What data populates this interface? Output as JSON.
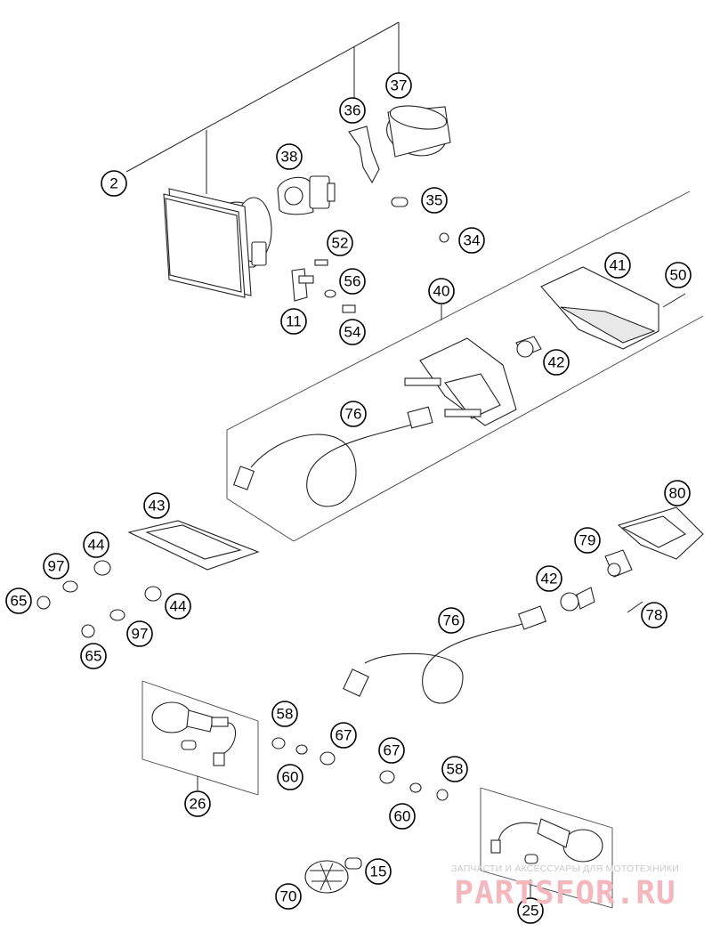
{
  "diagram": {
    "callouts": [
      "2",
      "37",
      "36",
      "38",
      "35",
      "34",
      "52",
      "56",
      "11",
      "54",
      "41",
      "50",
      "40",
      "42",
      "76",
      "43",
      "44",
      "97",
      "65",
      "44",
      "97",
      "65",
      "80",
      "79",
      "42",
      "78",
      "76",
      "58",
      "67",
      "60",
      "26",
      "67",
      "58",
      "60",
      "15",
      "70",
      "25"
    ]
  },
  "watermark": {
    "tagline": "ЗАПЧАСТИ И АКСЕССУАРЫ ДЛЯ МОТОТЕХНИКИ",
    "logo": "PARTSFOR.RU"
  },
  "colors": {
    "line": "#222222",
    "watermark_logo": "#f3b7bd",
    "watermark_text": "#c9c9c9"
  }
}
